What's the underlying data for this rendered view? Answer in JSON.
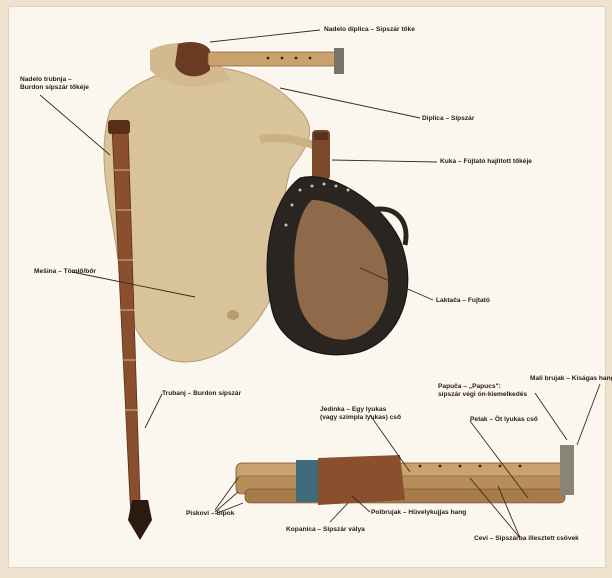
{
  "labels": {
    "nadelo_diplica": "Nadelo diplica – Sipszár tőke",
    "nadelo_trubanja": "Nadelo trubnja –\nBurdon sípszár tőkéje",
    "diplica": "Diplica – Sípszár",
    "kuka": "Kuka – Fújtató hajlított tőkéje",
    "mesina": "Mešina – Tömlő/bőr",
    "laktaca": "Laktača – Fujtató",
    "trubanj": "Trubanj – Burdon sípszár",
    "papuca": "Papuča – „Papucs\":\nsípszár végi ón-kiemelkedés",
    "mali_brujak": "Mali brujak – Kiságas hang",
    "jedinka": "Jedinka – Egy lyukas\n(vagy szimpla lyukas) cső",
    "petak": "Petak – Öt lyukas cső",
    "piskovi": "Piskovi – Sípok",
    "kopanica": "Kopanica – Sípszár válya",
    "polbrujak": "Polbrujak – Hüvelykujjas hang",
    "cevi": "Cevi – Sípszárba illesztett csövek"
  },
  "colors": {
    "background": "#efe3cf",
    "paper": "#fbf7ef",
    "leather_bag": "#d9c39a",
    "wood": "#8a4f2c",
    "bellows": "#2b2522",
    "text": "#2a1a10"
  }
}
